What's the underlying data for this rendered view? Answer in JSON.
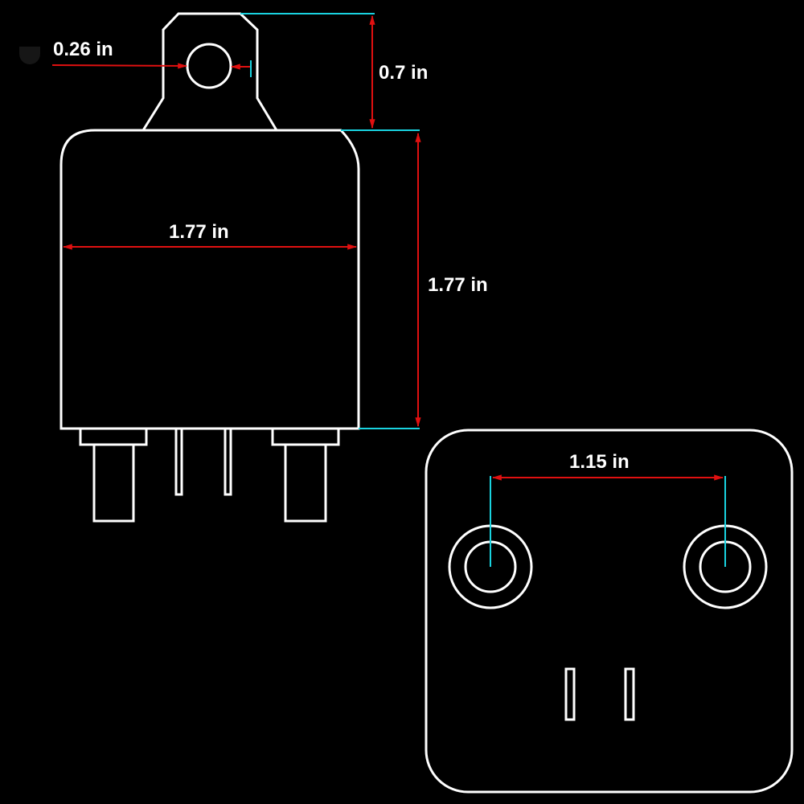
{
  "figure": {
    "type": "relay dimension drawing",
    "background_color": "#000000",
    "outline_color": "#ffffff",
    "dimension_line_color": "#e01010",
    "extension_line_color": "#19d3e0"
  },
  "side_view": {
    "dimensions": {
      "mount_hole_diameter": "0.26 in",
      "mount_tab_height": "0.7 in",
      "body_width": "1.77 in",
      "body_height": "1.77 in"
    },
    "terminals": [
      "large-terminal-left",
      "small-pin-left",
      "small-pin-right",
      "large-terminal-right"
    ]
  },
  "bottom_view": {
    "dimensions": {
      "terminal_spacing": "1.15 in"
    },
    "features": [
      "terminal-ring-left",
      "terminal-ring-right",
      "slot-pin-left",
      "slot-pin-right"
    ]
  }
}
